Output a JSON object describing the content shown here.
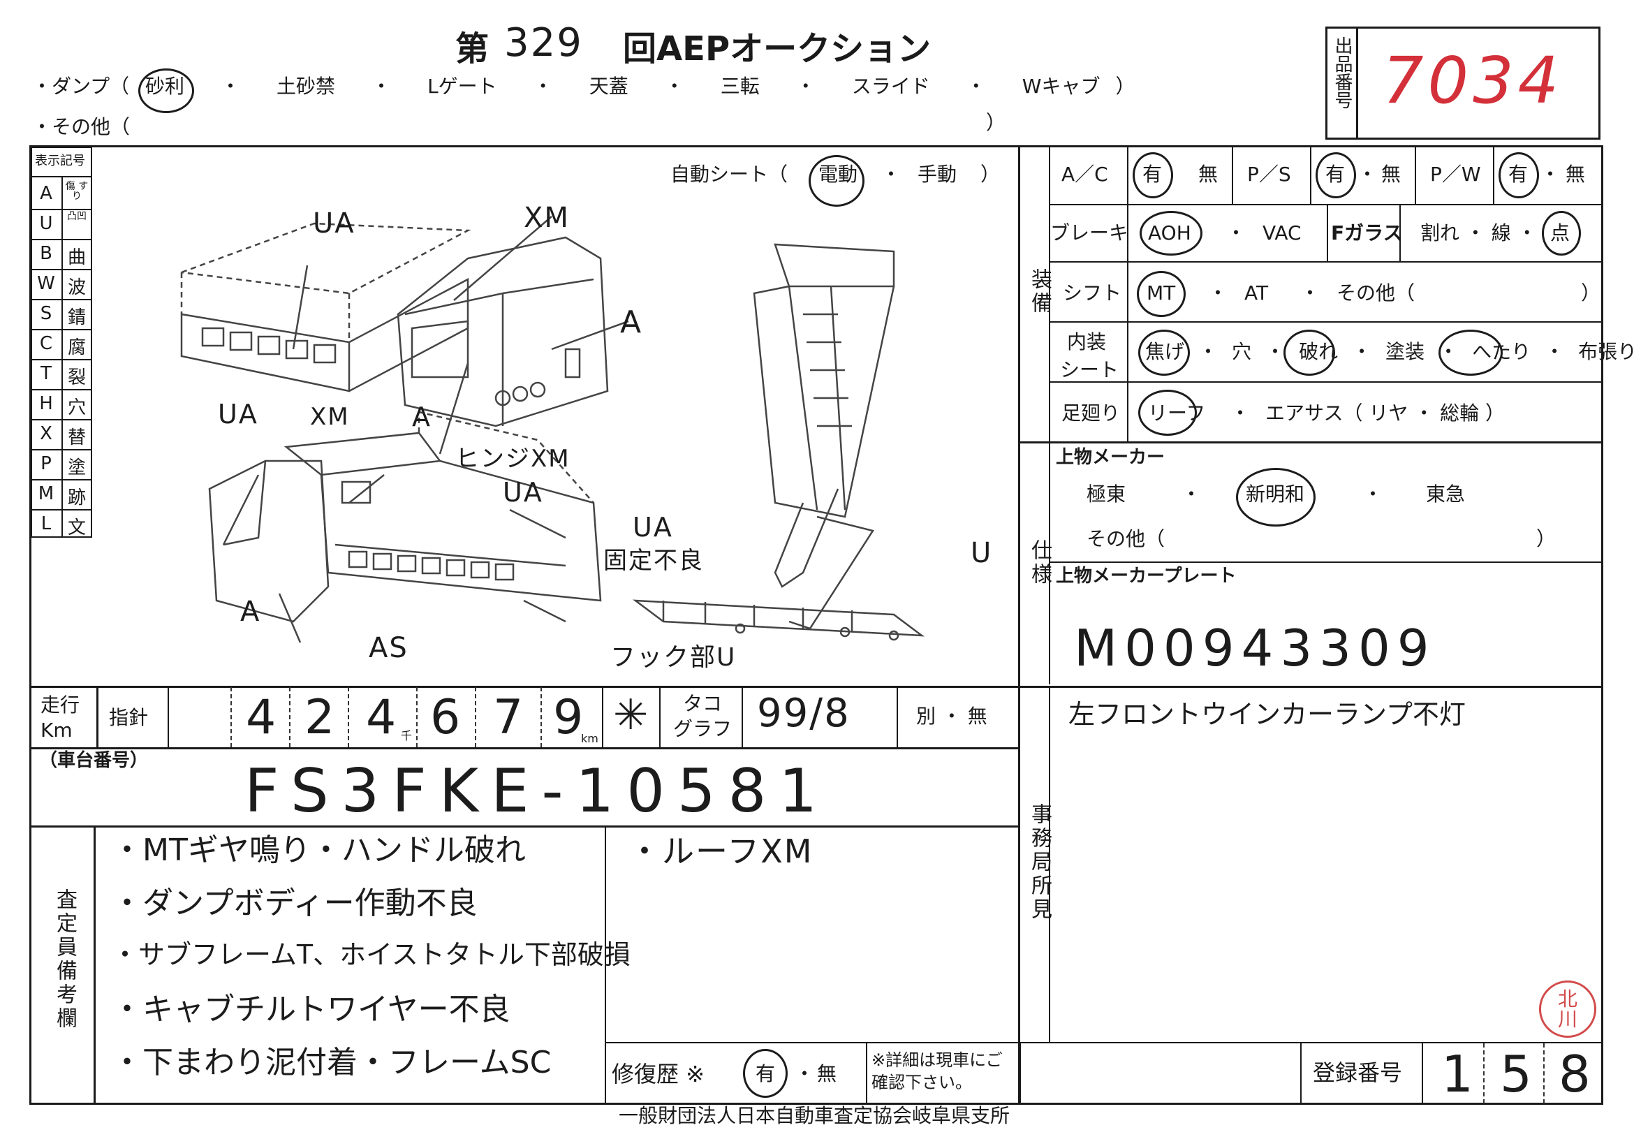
{
  "header": {
    "title_prefix": "第",
    "auction_no": "329",
    "title_suffix": "回AEPオークション",
    "dump_label": "・ダンプ（",
    "dump_options": [
      "砂利",
      "・",
      "土砂禁",
      "・",
      "Lゲート",
      "・",
      "天蓋",
      "・",
      "三転",
      "・",
      "スライド",
      "・",
      "Wキャブ",
      "）"
    ],
    "other_label": "・その他（",
    "other_close": "）",
    "listing_label": "出品番号",
    "listing_no": "7034"
  },
  "legend": {
    "title": "表示記号",
    "rows": [
      {
        "code": "A",
        "meaning": "傷 すり"
      },
      {
        "code": "U",
        "meaning": "凸凹"
      },
      {
        "code": "B",
        "meaning": "曲"
      },
      {
        "code": "W",
        "meaning": "波"
      },
      {
        "code": "S",
        "meaning": "錆"
      },
      {
        "code": "C",
        "meaning": "腐"
      },
      {
        "code": "T",
        "meaning": "裂"
      },
      {
        "code": "H",
        "meaning": "穴"
      },
      {
        "code": "X",
        "meaning": "替"
      },
      {
        "code": "P",
        "meaning": "塗"
      },
      {
        "code": "M",
        "meaning": "跡"
      },
      {
        "code": "L",
        "meaning": "文"
      }
    ]
  },
  "auto_seat": {
    "label": "自動シート（",
    "opt1": "電動",
    "sep": "・",
    "opt2": "手動",
    "close": "）"
  },
  "diagram_marks": {
    "ua_top": "UA",
    "xm_top": "XM",
    "a_right": "A",
    "ua_left": "UA",
    "xm_left": "XM",
    "a_mid": "A",
    "hinge": "ヒンジXM",
    "ua_bed": "UA",
    "a_front": "A",
    "as_bottom": "AS",
    "ua_rear": "UA",
    "fixed_bad": "固定不良",
    "hook": "フック部U",
    "u_frame": "U"
  },
  "equipment": {
    "section_label": "装備",
    "ac_label": "A／C",
    "ac_yes": "有",
    "ac_no": "無",
    "ps_label": "P／S",
    "ps_yes": "有",
    "ps_sep": "・",
    "ps_no": "無",
    "pw_label": "P／W",
    "pw_yes": "有",
    "pw_sep": "・",
    "pw_no": "無",
    "brake_label": "ブレーキ",
    "brake_aoh": "AOH",
    "brake_sep": "・",
    "brake_vac": "VAC",
    "fglass_label": "Fガラス",
    "fglass_opts": "割れ ・ 線 ・",
    "fglass_dot": "点",
    "shift_label": "シフト",
    "shift_mt": "MT",
    "shift_sep1": "・",
    "shift_at": "AT",
    "shift_sep2": "・",
    "shift_other": "その他（",
    "shift_close": "）",
    "interior_label1": "内装",
    "interior_label2": "シート",
    "interior_opts": [
      "焦げ",
      "・",
      "穴",
      "・",
      "破れ",
      "・",
      "塗装",
      "・",
      "へたり",
      "・",
      "布張り"
    ],
    "suspension_label": "足廻り",
    "susp_leaf": "リーフ",
    "susp_sep": "・",
    "susp_air": "エアサス（ リヤ ・ 総輪 ）"
  },
  "spec": {
    "section_label": "仕様",
    "maker_label": "上物メーカー",
    "maker_opts": [
      "極東",
      "・",
      "新明和",
      "・",
      "東急"
    ],
    "maker_other": "その他（",
    "maker_other_close": "）",
    "plate_label": "上物メーカープレート",
    "plate_no": "M00943309"
  },
  "mileage": {
    "label1": "走行",
    "label2": "Km",
    "sub": "指針",
    "digits": [
      "4",
      "2",
      "4",
      "6",
      "7",
      "9"
    ],
    "unit_thousand": "千",
    "unit_km": "km",
    "mark": "✳",
    "tacho_label1": "タコ",
    "tacho_label2": "グラフ",
    "tacho_value": "99/8",
    "other": "別 ・ 無"
  },
  "chassis": {
    "label": "（車台番号）",
    "value": "FS3FKE-10581"
  },
  "remarks": {
    "label": "査定員備考欄",
    "lines": [
      "・MTギヤ鳴り・ハンドル破れ",
      "・ダンプボディー作動不良",
      "・サブフレームT、ホイストタトル下部破損",
      "・キャブチルトワイヤー不良",
      "・下まわり泥付着・フレームSC"
    ],
    "right_note": "・ルーフXM"
  },
  "office": {
    "label": "事務局所見",
    "note": "左フロントウインカーランプ不灯"
  },
  "repair": {
    "label": "修復歴 ※",
    "yes": "有",
    "sep": "・",
    "no": "無",
    "notice": "※詳細は現車にご確認下さい。"
  },
  "registration": {
    "label": "登録番号",
    "digits": [
      "1",
      "5",
      "8"
    ]
  },
  "stamp": {
    "line1": "北",
    "line2": "川"
  },
  "footer": "一般財団法人日本自動車査定協会岐阜県支所"
}
